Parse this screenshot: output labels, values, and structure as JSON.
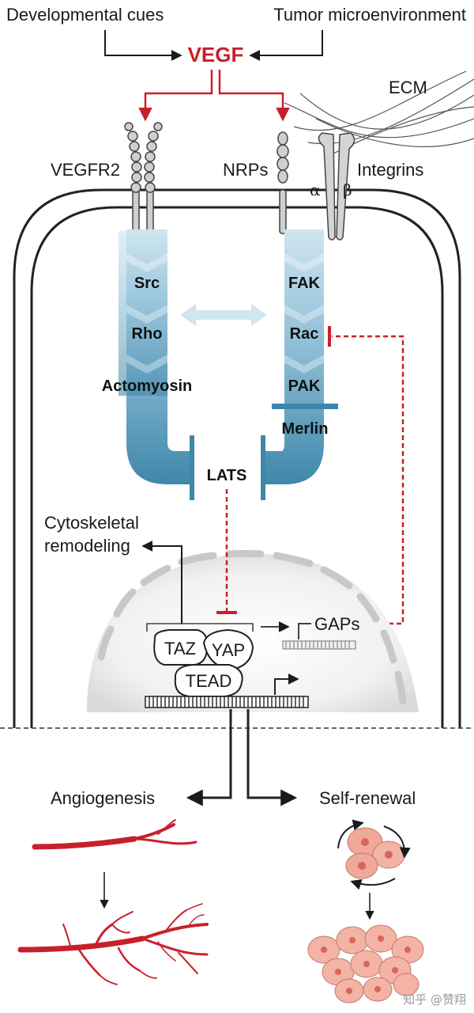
{
  "colors": {
    "accent_red": "#c8202a",
    "pathway_blue": "#4f93b4",
    "pathway_light": "#a9cfe2",
    "membrane": "#222222",
    "nucleus_gray": "#c8c8c8",
    "cell_red": "#f0a898"
  },
  "inputs": {
    "developmental": "Developmental cues",
    "tumor": "Tumor microenvironment",
    "ligand": "VEGF"
  },
  "receptors": {
    "vegfr2": "VEGFR2",
    "nrps": "NRPs",
    "integrins": "Integrins",
    "alpha": "α",
    "beta": "β",
    "ecm": "ECM"
  },
  "left_pathway": [
    "Src",
    "Rho",
    "Actomyosin"
  ],
  "right_pathway": [
    "FAK",
    "Rac",
    "PAK",
    "Merlin"
  ],
  "hub": "LATS",
  "nucleus": {
    "cytoskeletal_line1": "Cytoskeletal",
    "cytoskeletal_line2": "remodeling",
    "taz": "TAZ",
    "yap": "YAP",
    "tead": "TEAD",
    "gaps": "GAPs"
  },
  "outcomes": {
    "angiogenesis": "Angiogenesis",
    "self_renewal": "Self-renewal"
  },
  "watermark": "知乎 @赞翔",
  "icons": {
    "arrow": "arrow-icon",
    "inhibit": "inhibition-bar-icon",
    "cycle": "cycle-arrows-icon"
  }
}
